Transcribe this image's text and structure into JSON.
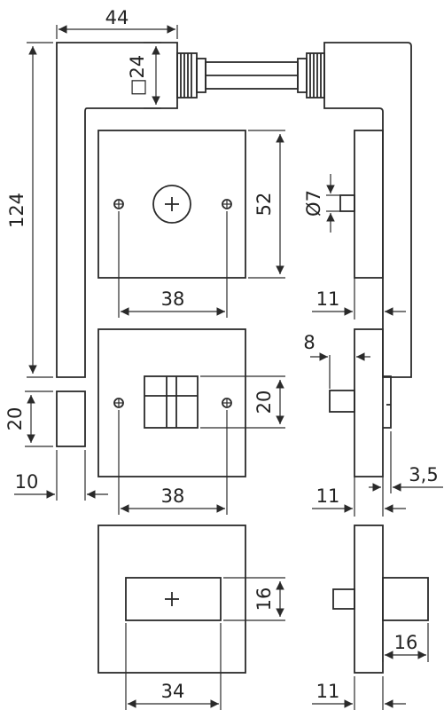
{
  "dimensions": {
    "handle_length": "44",
    "handle_height": "124",
    "spindle_square": "□24",
    "rose_height": "52",
    "hole_diameter": "Ø7",
    "screw_spacing_top": "38",
    "rose_depth_top": "11",
    "privacy_box_height": "20",
    "screw_spacing_middle": "38",
    "pin_projection": "8",
    "rose_depth_middle": "11",
    "edge_offset": "3,5",
    "end_block_height": "20",
    "end_block_width": "10",
    "escutcheon_height": "16",
    "escutcheon_width": "34",
    "rose_depth_bottom": "11",
    "side_block_width": "16"
  },
  "colors": {
    "line": "#2a2a2a",
    "background": "#ffffff"
  }
}
